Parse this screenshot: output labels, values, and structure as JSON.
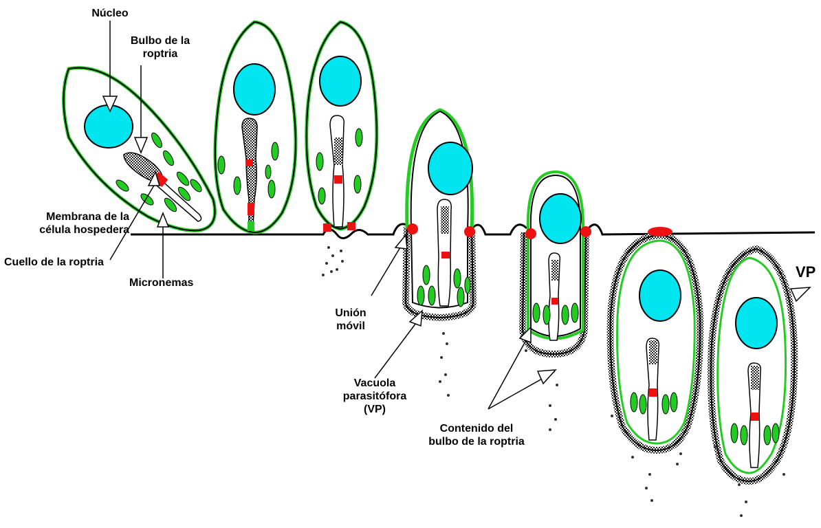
{
  "labels": {
    "nucleo": "Núcleo",
    "bulbo": "Bulbo de la\nroptria",
    "membrana": "Membrana de la\ncélula hospedera",
    "cuello": "Cuello de la roptria",
    "micronemas": "Micronemas",
    "union": "Unión\nmóvil",
    "vacuola": "Vacuola\nparasitófora\n(VP)",
    "contenido": "Contenido del\nbulbo de la roptria",
    "vp": "VP"
  },
  "colors": {
    "nucleus": "#00e5f0",
    "membrane_green": "#22cc22",
    "junction_red": "#ee1111",
    "micronemes": "#22cc22",
    "outline": "#000000"
  }
}
